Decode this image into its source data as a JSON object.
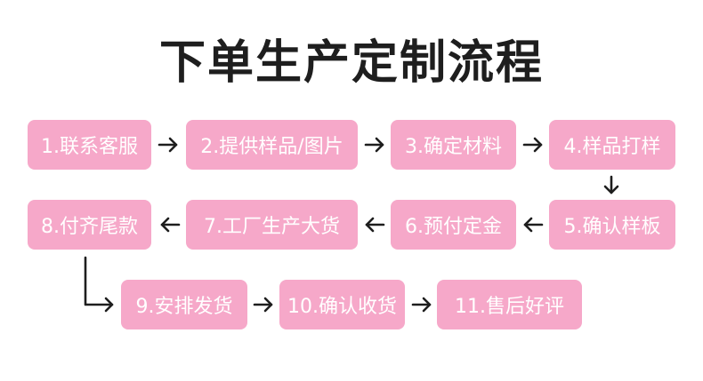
{
  "title": "下单生产定制流程",
  "colors": {
    "box": "#f6a8c9",
    "text": "#ffffff",
    "arrow": "#1e1e1e",
    "title": "#1e1e1e"
  },
  "steps": [
    "1.联系客服",
    "2.提供样品/图片",
    "3.确定材料",
    "4.样品打样",
    "5.确认样板",
    "6.预付定金",
    "7.工厂生产大货",
    "8.付齐尾款",
    "9.安排发货",
    "10.确认收货",
    "11.售后好评"
  ]
}
